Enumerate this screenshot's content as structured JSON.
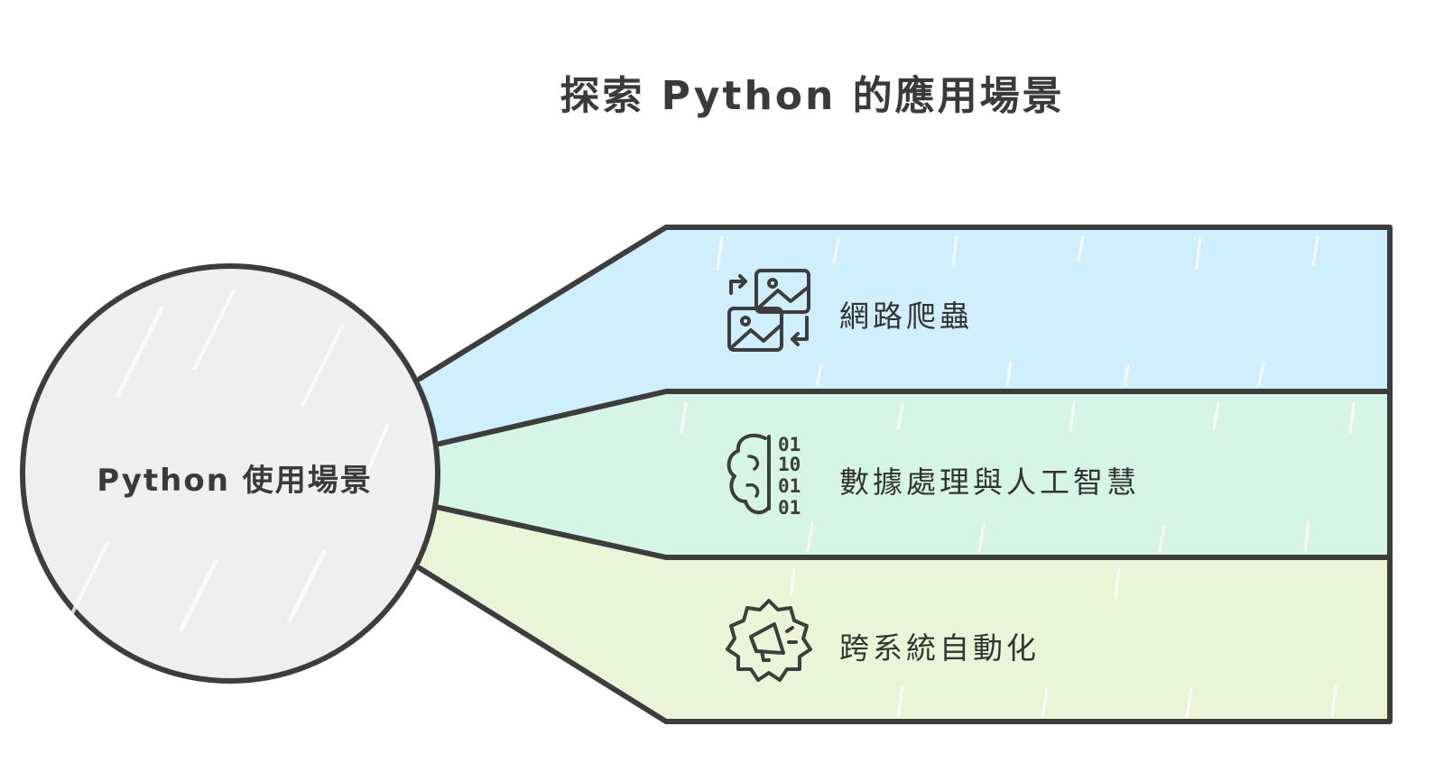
{
  "title": "探索 Python 的應用場景",
  "center": {
    "label": "Python 使用場景"
  },
  "branches": [
    {
      "label": "網路爬蟲",
      "icon": "image-sync-icon",
      "fill": "#d0effc"
    },
    {
      "label": "數據處理與人工智慧",
      "icon": "brain-binary-icon",
      "fill": "#d5f5e6"
    },
    {
      "label": "跨系統自動化",
      "icon": "gear-megaphone-icon",
      "fill": "#e9f5d6"
    }
  ],
  "colors": {
    "stroke": "#3d3d3d",
    "circle_fill": "#efefef",
    "text": "#333333"
  }
}
